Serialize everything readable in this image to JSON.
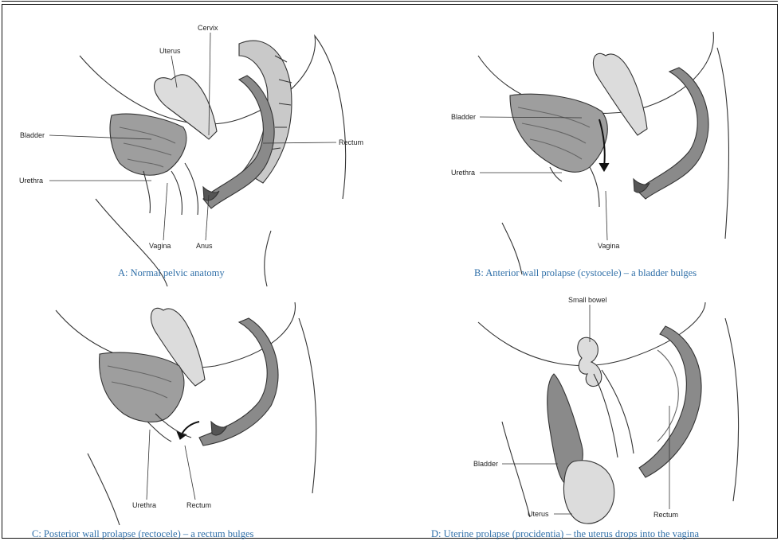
{
  "colors": {
    "caption": "#2f6fa8",
    "outline": "#333333",
    "tissue_light": "#e6e6e6",
    "tissue_mid": "#b9b9b9",
    "tissue_dark": "#7f7f7f"
  },
  "panels": {
    "a": {
      "caption": "A: Normal pelvic anatomy",
      "labels": {
        "cervix": "Cervix",
        "uterus": "Uterus",
        "bladder": "Bladder",
        "rectum": "Rectum",
        "urethra": "Urethra",
        "vagina": "Vagina",
        "anus": "Anus"
      }
    },
    "b": {
      "caption": "B: Anterior wall prolapse (cystocele) – a bladder bulges",
      "labels": {
        "bladder": "Bladder",
        "urethra": "Urethra",
        "vagina": "Vagina"
      }
    },
    "c": {
      "caption": "C: Posterior wall prolapse (rectocele) – a rectum bulges",
      "labels": {
        "urethra": "Urethra",
        "rectum": "Rectum"
      }
    },
    "d": {
      "caption": "D: Uterine prolapse (procidentia) – the uterus drops into the vagina",
      "labels": {
        "small_bowel": "Small bowel",
        "bladder": "Bladder",
        "uterus": "Uterus",
        "rectum": "Rectum"
      }
    }
  }
}
